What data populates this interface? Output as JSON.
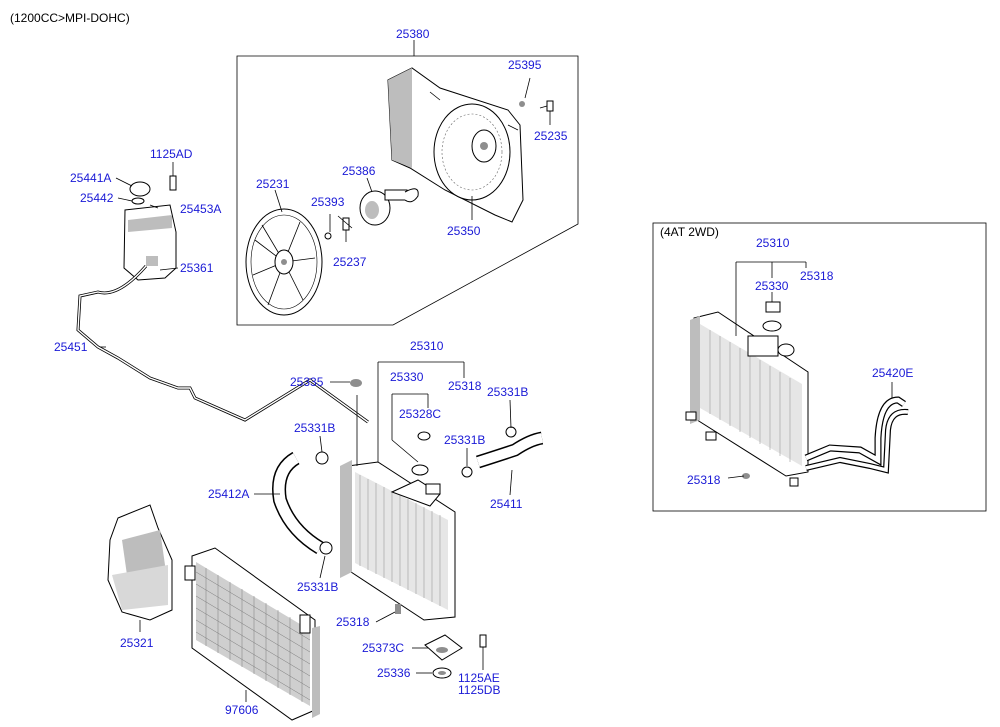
{
  "header": {
    "engine_spec": "(1200CC>MPI-DOHC)"
  },
  "inset": {
    "title": "(4AT 2WD)"
  },
  "labels": {
    "p25380": "25380",
    "p25395": "25395",
    "p25235": "25235",
    "p25386": "25386",
    "p25231": "25231",
    "p25393": "25393",
    "p25350": "25350",
    "p25237": "25237",
    "p1125AD": "1125AD",
    "p25441A": "25441A",
    "p25442": "25442",
    "p25453A": "25453A",
    "p25361": "25361",
    "p25451": "25451",
    "p25310": "25310",
    "p25335": "25335",
    "p25330": "25330",
    "p25318a": "25318",
    "p25328C": "25328C",
    "p25331Ba": "25331B",
    "p25331Bb": "25331B",
    "p25331Bc": "25331B",
    "p25331Bd": "25331B",
    "p25412A": "25412A",
    "p25411": "25411",
    "p25321": "25321",
    "p25318b": "25318",
    "p25373C": "25373C",
    "p25336": "25336",
    "p1125AE": "1125AE",
    "p1125DB": "1125DB",
    "p97606": "97606",
    "i25310": "25310",
    "i25318a": "25318",
    "i25330": "25330",
    "i25420E": "25420E",
    "i25318b": "25318"
  },
  "colors": {
    "callout": "#1a1ad6",
    "line": "#000000",
    "paper": "#ffffff"
  }
}
